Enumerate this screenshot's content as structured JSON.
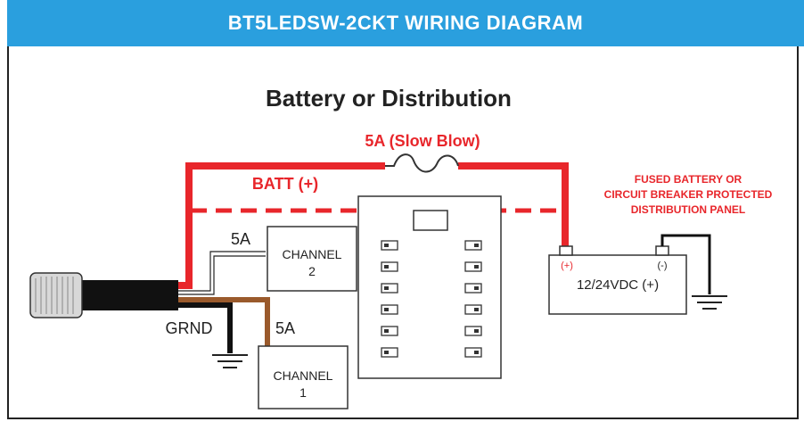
{
  "header": {
    "title": "BT5LEDSW-2CKT WIRING DIAGRAM"
  },
  "diagram": {
    "title": "Battery or Distribution",
    "fuse_label": "5A (Slow Blow)",
    "batt_label": "BATT (+)",
    "panel_label_lines": [
      "FUSED BATTERY OR",
      "CIRCUIT BREAKER PROTECTED",
      "DISTRIBUTION PANEL"
    ],
    "channel2": {
      "label_line1": "CHANNEL",
      "label_line2": "2",
      "fuse": "5A"
    },
    "channel1": {
      "label_line1": "CHANNEL",
      "label_line2": "1",
      "fuse": "5A"
    },
    "ground_label": "GRND",
    "battery": {
      "pos": "(+)",
      "neg": "(-)",
      "voltage": "12/24VDC (+)"
    }
  },
  "colors": {
    "header_bg": "#2a9fde",
    "wire_red": "#e8262b",
    "wire_brown": "#9a5a2c",
    "wire_black": "#111111",
    "text_dark": "#222222"
  }
}
